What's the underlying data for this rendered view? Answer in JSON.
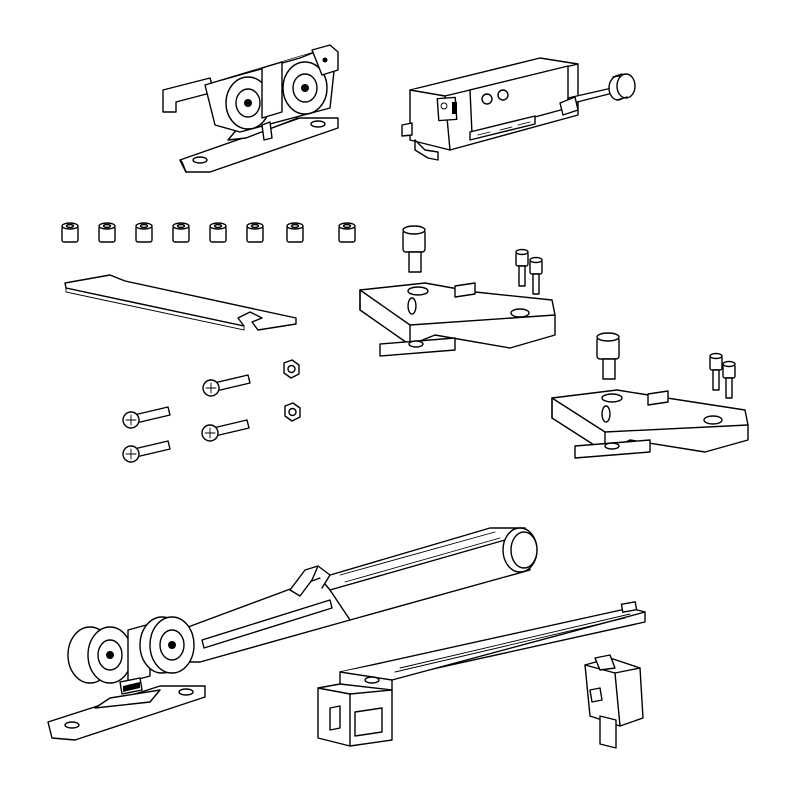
{
  "diagram": {
    "description_note": "",
    "colors": {
      "line": "#000000",
      "fill": "#ffffff",
      "background": "#ffffff"
    },
    "parts": [
      {
        "id": "trolley-top",
        "icon": "roller-trolley-icon"
      },
      {
        "id": "damper-housing",
        "icon": "soft-close-damper-icon"
      },
      {
        "id": "spacer-row",
        "icon": "spacer-sleeve-icon",
        "count": 8
      },
      {
        "id": "mounting-plate",
        "icon": "flat-plate-icon"
      },
      {
        "id": "bracket-a",
        "icon": "bracket-icon"
      },
      {
        "id": "bracket-b",
        "icon": "bracket-icon"
      },
      {
        "id": "screws",
        "icon": "phillips-screw-icon",
        "count": 4
      },
      {
        "id": "nuts",
        "icon": "hex-nut-icon",
        "count": 2
      },
      {
        "id": "trolley-with-damper",
        "icon": "trolley-damper-assembly-icon"
      },
      {
        "id": "activator-rail",
        "icon": "activator-rail-icon"
      },
      {
        "id": "stopper-clip",
        "icon": "stopper-clip-icon"
      }
    ]
  }
}
